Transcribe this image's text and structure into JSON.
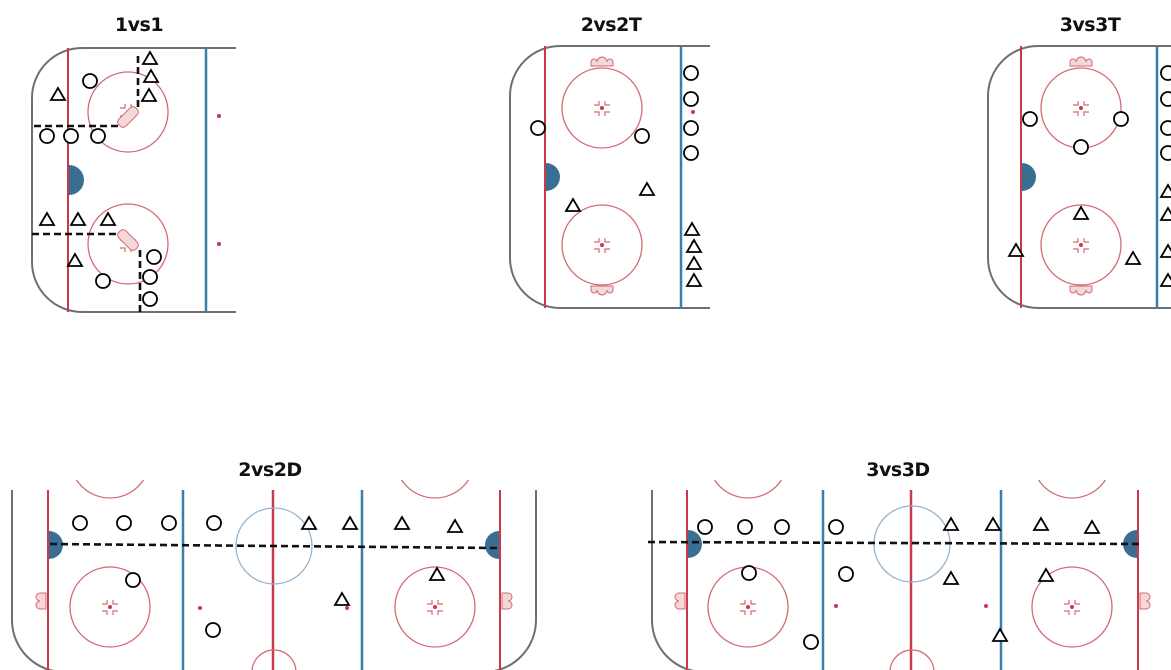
{
  "colors": {
    "board": "#6f6f6f",
    "red_line": "#c83a48",
    "blue_line": "#3b7fa6",
    "faceoff": "#d46a72",
    "crease": "#3a6e93",
    "center_circle": "#8fb3cf",
    "player": "#000000"
  },
  "drills": [
    {
      "title": "1vs1"
    },
    {
      "title": "2vs2T"
    },
    {
      "title": "3vs3T"
    },
    {
      "title": "2vs2D"
    },
    {
      "title": "3vs3D"
    }
  ]
}
